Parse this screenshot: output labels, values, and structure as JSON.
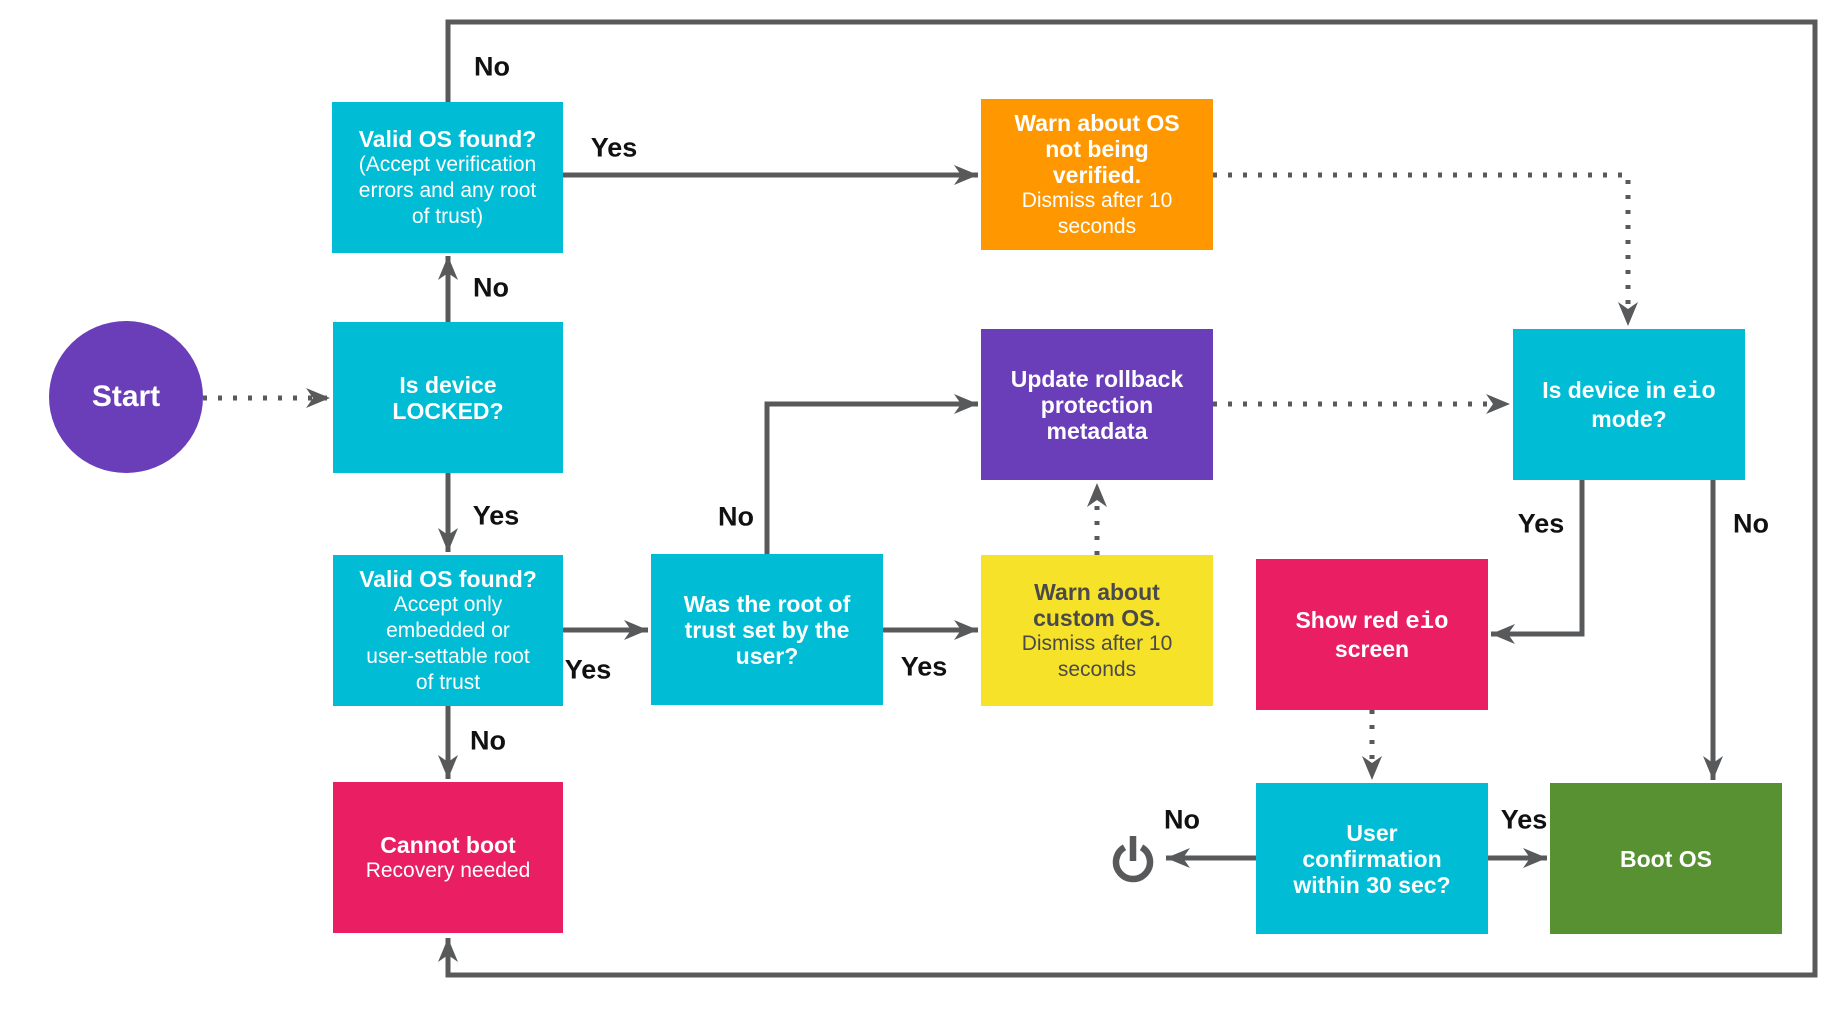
{
  "diagram": {
    "title_hint": "OS boot verification flowchart",
    "colors": {
      "cyan": "#00BCD4",
      "purple": "#6A3EB9",
      "orange": "#FF9800",
      "yellow": "#F6E229",
      "pink": "#E91E63",
      "green": "#579132",
      "line": "#58595b",
      "label_text": "#111111",
      "dark_text": "#4a4a4a"
    },
    "nodes": {
      "start": {
        "label": "Start"
      },
      "locked": {
        "title": "Is device\nLOCKED?"
      },
      "valid_os_any": {
        "title": "Valid OS found?",
        "subtitle": "(Accept verification\nerrors and any root\nof trust)"
      },
      "warn_unverified": {
        "title": "Warn about OS\nnot being\nverified.",
        "subtitle": "Dismiss after 10\nseconds"
      },
      "update_rollback": {
        "title": "Update rollback\nprotection\nmetadata"
      },
      "eio_mode": {
        "title_pre": "Is device in ",
        "title_code": "eio",
        "title_post": "\nmode?"
      },
      "valid_os_embedded": {
        "title": "Valid OS found?",
        "subtitle": "Accept only\nembedded or\nuser-settable root\nof trust"
      },
      "root_of_trust": {
        "title": "Was the root of\ntrust set by the\nuser?"
      },
      "warn_custom": {
        "title": "Warn about\ncustom OS.",
        "subtitle": "Dismiss after 10\nseconds"
      },
      "show_red": {
        "title_pre": "Show red ",
        "title_code": "eio",
        "title_post": "\nscreen"
      },
      "cannot_boot": {
        "title": "Cannot boot",
        "subtitle": "Recovery needed"
      },
      "user_confirmation": {
        "title": "User\nconfirmation\nwithin 30 sec?"
      },
      "boot_os": {
        "title": "Boot OS"
      }
    },
    "labels": {
      "no_top": "No",
      "yes_top": "Yes",
      "no_mid": "No",
      "yes_mid": "Yes",
      "no_wasroot": "No",
      "yes_embedded": "Yes",
      "yes_wasroot": "Yes",
      "no_embedded": "No",
      "yes_eio": "Yes",
      "no_eio": "No",
      "no_userconf": "No",
      "yes_userconf": "Yes"
    }
  }
}
